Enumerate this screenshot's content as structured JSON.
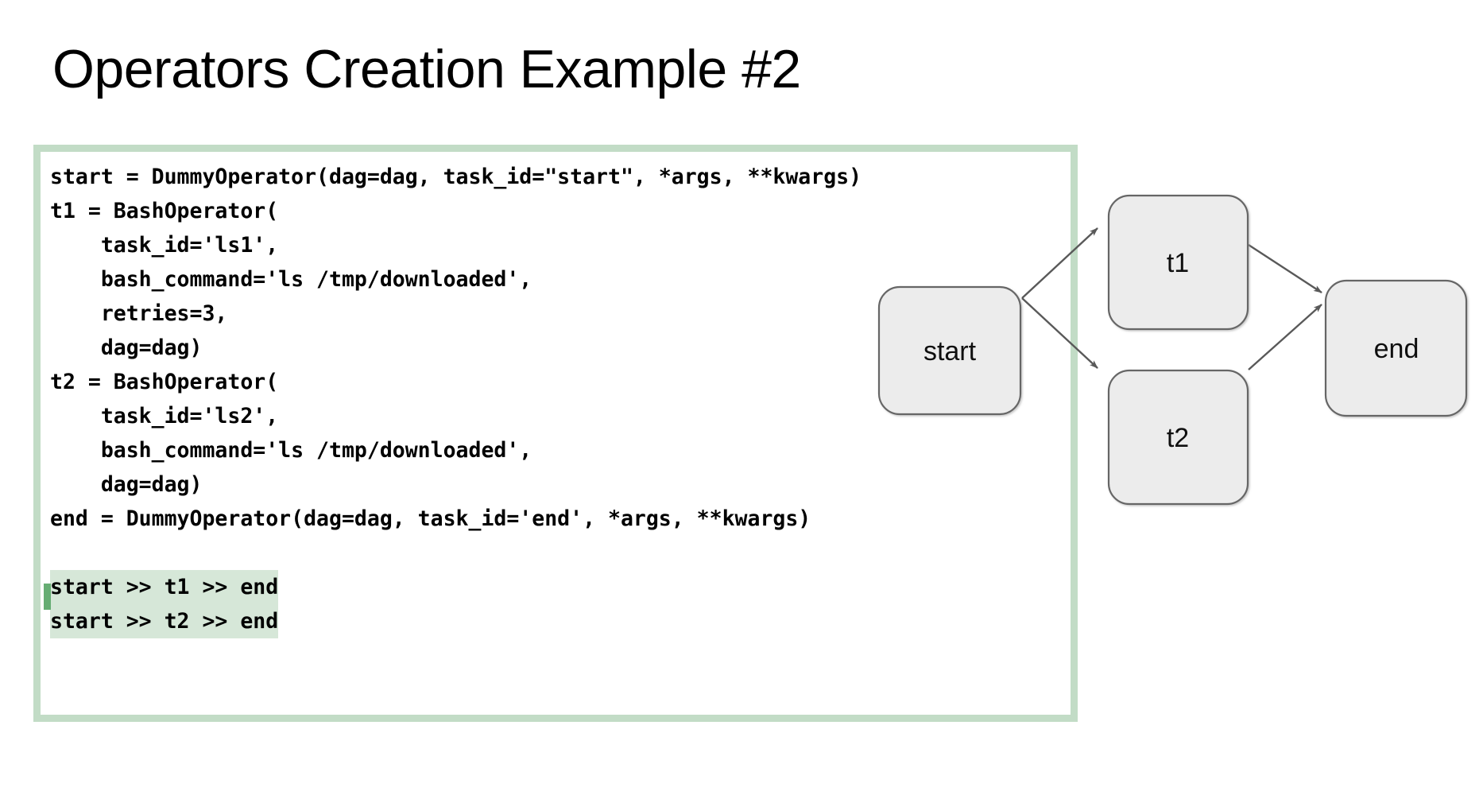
{
  "slide": {
    "title": "Operators Creation Example #2",
    "background_color": "#ffffff"
  },
  "code_panel": {
    "border_color": "#c2dcc6",
    "background_color": "#ffffff",
    "highlight_color": "#d6e7d8",
    "caret_color": "#66ad73",
    "language": "python",
    "lines": [
      {
        "text": "start = DummyOperator(dag=dag, task_id=\"start\", *args, **kwargs)",
        "highlighted": false
      },
      {
        "text": "t1 = BashOperator(",
        "highlighted": false
      },
      {
        "text": "    task_id='ls1',",
        "highlighted": false
      },
      {
        "text": "    bash_command='ls /tmp/downloaded',",
        "highlighted": false
      },
      {
        "text": "    retries=3,",
        "highlighted": false
      },
      {
        "text": "    dag=dag)",
        "highlighted": false
      },
      {
        "text": "t2 = BashOperator(",
        "highlighted": false
      },
      {
        "text": "    task_id='ls2',",
        "highlighted": false
      },
      {
        "text": "    bash_command='ls /tmp/downloaded',",
        "highlighted": false
      },
      {
        "text": "    dag=dag)",
        "highlighted": false
      },
      {
        "text": "end = DummyOperator(dag=dag, task_id='end', *args, **kwargs)",
        "highlighted": false
      },
      {
        "text": "",
        "highlighted": false
      },
      {
        "text": "start >> t1 >> end",
        "highlighted": true
      },
      {
        "text": "start >> t2 >> end",
        "highlighted": true
      }
    ]
  },
  "dag_diagram": {
    "node_fill": "#ececec",
    "node_stroke": "#666666",
    "edge_color": "#595959",
    "nodes": [
      {
        "id": "start",
        "label": "start"
      },
      {
        "id": "t1",
        "label": "t1"
      },
      {
        "id": "t2",
        "label": "t2"
      },
      {
        "id": "end",
        "label": "end"
      }
    ],
    "edges": [
      {
        "from": "start",
        "to": "t1"
      },
      {
        "from": "start",
        "to": "t2"
      },
      {
        "from": "t1",
        "to": "end"
      },
      {
        "from": "t2",
        "to": "end"
      }
    ]
  }
}
